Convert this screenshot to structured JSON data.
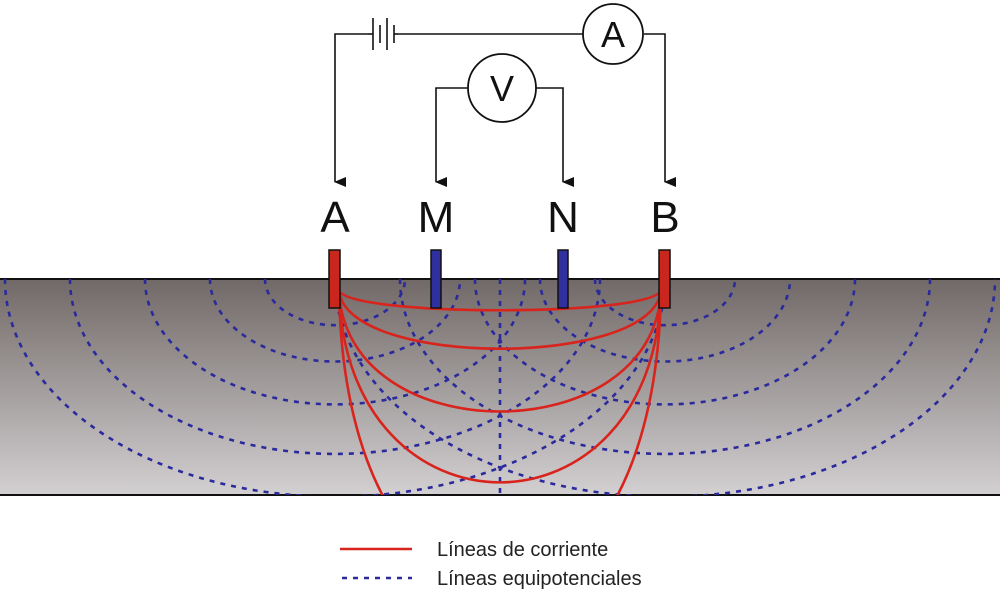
{
  "electrodes": {
    "a": {
      "label": "A",
      "role": "current"
    },
    "m": {
      "label": "M",
      "role": "potential"
    },
    "n": {
      "label": "N",
      "role": "potential"
    },
    "b": {
      "label": "B",
      "role": "current"
    }
  },
  "meters": {
    "ammeter": {
      "symbol": "A",
      "icon": "ammeter-icon"
    },
    "voltmeter": {
      "symbol": "V",
      "icon": "voltmeter-icon"
    },
    "battery": {
      "icon": "battery-icon"
    }
  },
  "legend": {
    "current_label": "Líneas de corriente",
    "equipotential_label": "Líneas equipotenciales"
  },
  "colors": {
    "current_line": "#d8241c",
    "equipotential_line": "#2a2a9c",
    "current_electrode": "#c9261d",
    "potential_electrode": "#2f2f9e",
    "ground_top": "#716967",
    "ground_bottom": "#d3d0d2",
    "wire": "#111111"
  }
}
